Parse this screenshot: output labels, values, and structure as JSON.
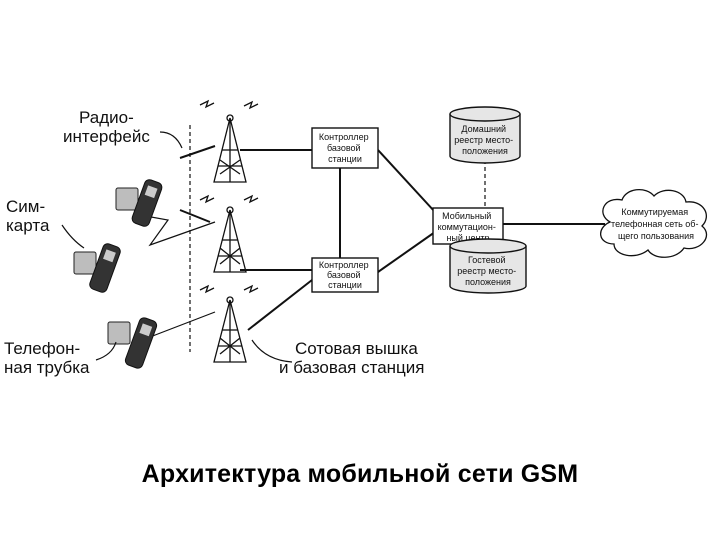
{
  "diagram": {
    "labels": {
      "radio_interface": [
        "Радио-",
        "интерфейс"
      ],
      "sim_card": [
        "Сим-",
        "карта"
      ],
      "handset": [
        "Телефон-",
        "ная трубка"
      ],
      "cell_tower": [
        "Сотовая вышка",
        "и базовая станция"
      ]
    },
    "nodes": {
      "bsc_top": [
        "Контроллер",
        "базовой",
        "станции"
      ],
      "bsc_bottom": [
        "Контроллер",
        "базовой",
        "станции"
      ],
      "msc": [
        "Мобильный",
        "коммутацион-",
        "ный центр"
      ],
      "hlr": [
        "Домашний",
        "реестр место-",
        "положения"
      ],
      "vlr": [
        "Гостевой",
        "реестр место-",
        "положения"
      ],
      "pstn": [
        "Коммутируемая",
        "телефонная сеть об-",
        "щего пользования"
      ]
    }
  },
  "caption": "Архитектура мобильной сети GSM"
}
